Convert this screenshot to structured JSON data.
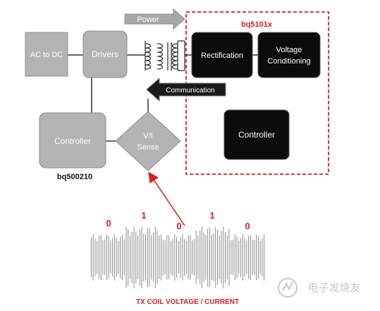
{
  "colors": {
    "gray_box": "#b3b3b3",
    "gray_box_border": "#8c8c8c",
    "black_box": "#0b0b0b",
    "red_accent": "#e01b1b",
    "arrow_gray": "#9a9a9a",
    "line": "#333333"
  },
  "blocks": {
    "ac_to_dc": "AC to DC",
    "drivers": "Drivers",
    "controller_tx": "Controller",
    "vi_sense_line1": "V/I",
    "vi_sense_line2": "Sense",
    "rectification": "Rectification",
    "voltage_conditioning_line1": "Voltage",
    "voltage_conditioning_line2": "Conditioning",
    "controller_rx": "Controller"
  },
  "labels": {
    "rx_part": "bq5101x",
    "tx_part": "bq500210",
    "power_arrow": "Power",
    "communication_arrow": "Communication",
    "waveform_caption": "TX COIL VOLTAGE / CURRENT"
  },
  "waveform": {
    "bits": [
      "0",
      "1",
      "0",
      "1",
      "0"
    ]
  },
  "watermark": {
    "text": "电子发烧友",
    "icon": "electronics-logo-icon"
  }
}
